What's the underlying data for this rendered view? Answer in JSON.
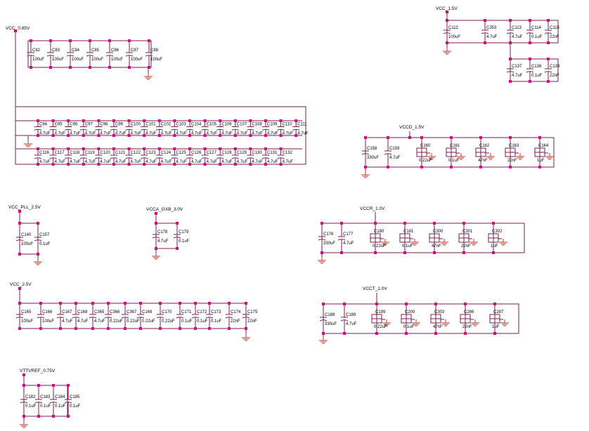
{
  "colors": {
    "wire": "#7a1f4a",
    "pin": "#e0008c",
    "text": "#000000",
    "ground": "#c0392b"
  },
  "rails": {
    "vcc_085": "VCC_0.85V",
    "vcc_15": "VCC_1.5V",
    "vccd_15": "VCCD_1.5V",
    "vcc_pll": "VCC_PLL_2.5V",
    "vcca_gxb": "VCCA_GXB_3.0V",
    "vccr": "VCCR_1.0V",
    "vcc_25": "VCC_2.5V",
    "vcct": "VCCT_1.0V",
    "vttvref": "VTTVREF_0.75V"
  },
  "caps": {
    "c82": {
      "ref": "C82",
      "val": "100uF"
    },
    "c83": {
      "ref": "C83",
      "val": "100uF"
    },
    "c84": {
      "ref": "C84",
      "val": "100uF"
    },
    "c85": {
      "ref": "C85",
      "val": "100uF"
    },
    "c86": {
      "ref": "C86",
      "val": "100uF"
    },
    "c87": {
      "ref": "C87",
      "val": "100uF"
    },
    "c88": {
      "ref": "C88",
      "val": "100uF"
    },
    "c94": {
      "ref": "C94",
      "val": "4.7uF"
    },
    "c95": {
      "ref": "C95",
      "val": "4.7uF"
    },
    "c96": {
      "ref": "C96",
      "val": "4.7uF"
    },
    "c97": {
      "ref": "C97",
      "val": "4.7uF"
    },
    "c98": {
      "ref": "C98",
      "val": "4.7uF"
    },
    "c99": {
      "ref": "C99",
      "val": "4.7uF"
    },
    "c100": {
      "ref": "C100",
      "val": "4.7uF"
    },
    "c101": {
      "ref": "C101",
      "val": "4.7uF"
    },
    "c102": {
      "ref": "C102",
      "val": "4.7uF"
    },
    "c103": {
      "ref": "C103",
      "val": "4.7uF"
    },
    "c104": {
      "ref": "C104",
      "val": "4.7uF"
    },
    "c105": {
      "ref": "C105",
      "val": "4.7uF"
    },
    "c106": {
      "ref": "C106",
      "val": "4.7uF"
    },
    "c107": {
      "ref": "C107",
      "val": "4.7uF"
    },
    "c108": {
      "ref": "C108",
      "val": "4.7uF"
    },
    "c109": {
      "ref": "C109",
      "val": "4.7uF"
    },
    "c110": {
      "ref": "C110",
      "val": "4.7uF"
    },
    "c111": {
      "ref": "C111",
      "val": "4.7uF"
    },
    "c116": {
      "ref": "C116",
      "val": "4.7uF"
    },
    "c117": {
      "ref": "C117",
      "val": "4.7uF"
    },
    "c118": {
      "ref": "C118",
      "val": "4.7uF"
    },
    "c119": {
      "ref": "C119",
      "val": "4.7uF"
    },
    "c120": {
      "ref": "C120",
      "val": "4.7uF"
    },
    "c121": {
      "ref": "C121",
      "val": "4.7uF"
    },
    "c122": {
      "ref": "C122",
      "val": "4.7uF"
    },
    "c123": {
      "ref": "C123",
      "val": "4.7uF"
    },
    "c124": {
      "ref": "C124",
      "val": "4.7uF"
    },
    "c125": {
      "ref": "C125",
      "val": "4.7uF"
    },
    "c126": {
      "ref": "C126",
      "val": "4.7uF"
    },
    "c127": {
      "ref": "C127",
      "val": "4.7uF"
    },
    "c128": {
      "ref": "C128",
      "val": "4.7uF"
    },
    "c129": {
      "ref": "C129",
      "val": "4.7uF"
    },
    "c130": {
      "ref": "C130",
      "val": "4.7uF"
    },
    "c131": {
      "ref": "C131",
      "val": "4.7uF"
    },
    "c132": {
      "ref": "C132",
      "val": "4.7uF"
    },
    "c112": {
      "ref": "C112",
      "val": "100uF"
    },
    "c353": {
      "ref": "C353",
      "val": "4.7uF"
    },
    "c113": {
      "ref": "C113",
      "val": "4.7uF"
    },
    "c114": {
      "ref": "C114",
      "val": "0.1uF"
    },
    "c115": {
      "ref": "C115",
      "val": "22nF"
    },
    "c137": {
      "ref": "C137",
      "val": "4.7uF"
    },
    "c138": {
      "ref": "C138",
      "val": "0.1uF"
    },
    "c139": {
      "ref": "C139",
      "val": "22nF"
    },
    "c158": {
      "ref": "C158",
      "val": "330uF"
    },
    "c159": {
      "ref": "C159",
      "val": "4.7uF"
    },
    "c160": {
      "ref": "C160",
      "val": "0.22uF"
    },
    "c161": {
      "ref": "C161",
      "val": "0.1uF"
    },
    "c162": {
      "ref": "C162",
      "val": "47nF"
    },
    "c163": {
      "ref": "C163",
      "val": "22nF"
    },
    "c164": {
      "ref": "C164",
      "val": "1uF"
    },
    "c140": {
      "ref": "C140",
      "val": "100uF"
    },
    "c157": {
      "ref": "C157",
      "val": "0.1uF"
    },
    "c178": {
      "ref": "C178",
      "val": "4.7uF"
    },
    "c179": {
      "ref": "C179",
      "val": "0.1uF"
    },
    "c176": {
      "ref": "C176",
      "val": "330uF"
    },
    "c177": {
      "ref": "C177",
      "val": "4.7uF"
    },
    "c180": {
      "ref": "C180",
      "val": "0.22uF"
    },
    "c181": {
      "ref": "C181",
      "val": "0.1uF"
    },
    "c300": {
      "ref": "C300",
      "val": "47nF"
    },
    "c301": {
      "ref": "C301",
      "val": "22nF"
    },
    "c302": {
      "ref": "C302",
      "val": "1uF"
    },
    "c165": {
      "ref": "C165",
      "val": "100uF"
    },
    "c166": {
      "ref": "C166",
      "val": "100uF"
    },
    "c167": {
      "ref": "C167",
      "val": "4.7uF"
    },
    "c168": {
      "ref": "C168",
      "val": "4.7uF"
    },
    "c365": {
      "ref": "C365",
      "val": "4.7uF"
    },
    "c366": {
      "ref": "C366",
      "val": "0.22uF"
    },
    "c367": {
      "ref": "C367",
      "val": "0.22uF"
    },
    "c169": {
      "ref": "C169",
      "val": "0.22uF"
    },
    "c170": {
      "ref": "C170",
      "val": "0.22uF"
    },
    "c171": {
      "ref": "C171",
      "val": "0.1uF"
    },
    "c172": {
      "ref": "C172",
      "val": "0.1uF"
    },
    "c173": {
      "ref": "C173",
      "val": "0.1uF"
    },
    "c174": {
      "ref": "C174",
      "val": "22nF"
    },
    "c175": {
      "ref": "C175",
      "val": "22nF"
    },
    "c188": {
      "ref": "C188",
      "val": "330uF"
    },
    "c189": {
      "ref": "C189",
      "val": "4.7uF"
    },
    "c199": {
      "ref": "C199",
      "val": "0.22uF"
    },
    "c200": {
      "ref": "C200",
      "val": "0.1uF"
    },
    "c303": {
      "ref": "C303",
      "val": "47nF"
    },
    "c286": {
      "ref": "C286",
      "val": "22nF"
    },
    "c287": {
      "ref": "C287",
      "val": "1uF"
    },
    "c182": {
      "ref": "C182",
      "val": "0.1uF"
    },
    "c183": {
      "ref": "C183",
      "val": "0.1uF"
    },
    "c184": {
      "ref": "C184",
      "val": "0.1uF"
    },
    "c185": {
      "ref": "C185",
      "val": "0.1uF"
    }
  }
}
